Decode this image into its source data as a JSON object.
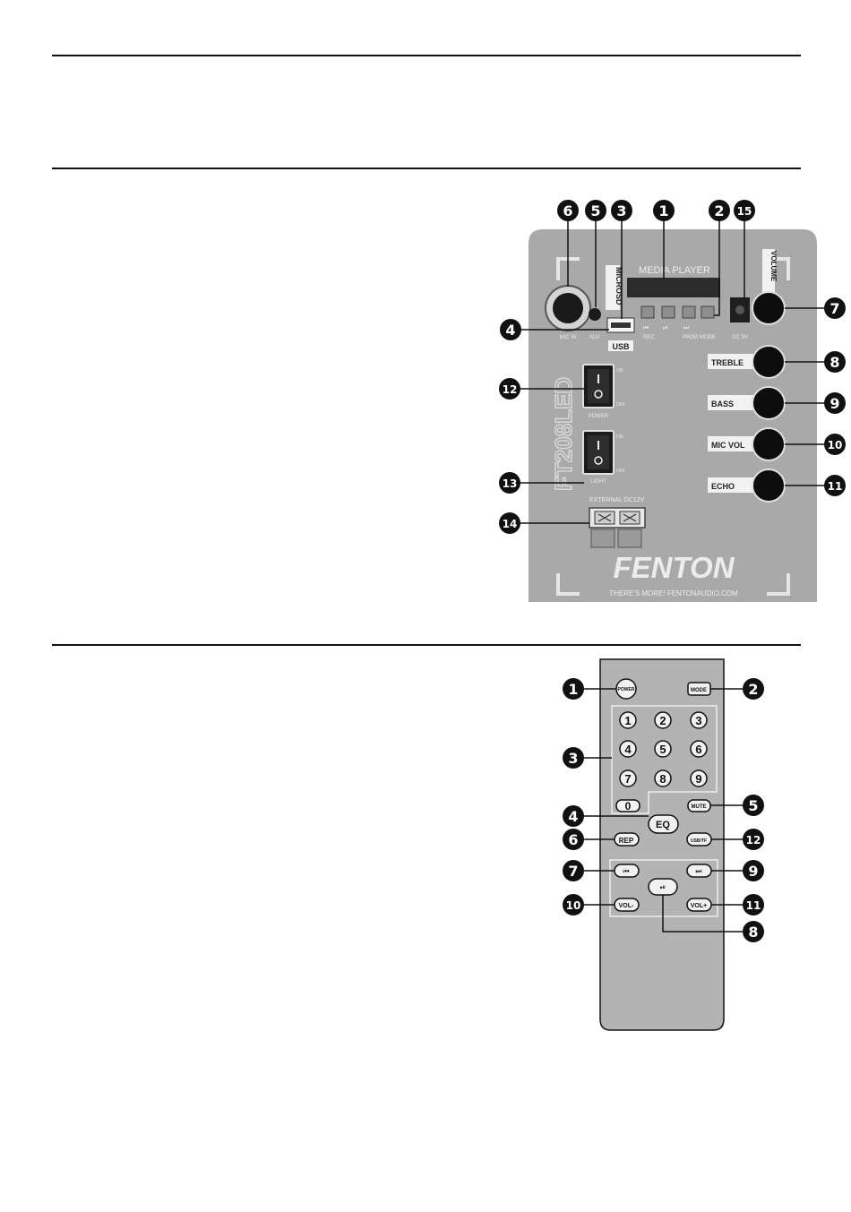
{
  "panel": {
    "media_player": "MEDIA PLAYER",
    "microsd": "MICROSD",
    "usb": "USB",
    "mic_in": "MIC IN",
    "aux": "AUX",
    "rec": "REC",
    "prog": "PROG",
    "mode": "MODE",
    "dc9v": "DC 9V",
    "volume": "VOLUME",
    "treble": "TREBLE",
    "bass": "BASS",
    "mic_vol": "MIC VOL",
    "echo": "ECHO",
    "power": "POWER",
    "light": "LIGHT",
    "on": "ON",
    "off": "OFF",
    "model": "FT208LED",
    "external": "EXTERNAL DC12V",
    "brand": "FENTON",
    "tagline": "THERE'S MORE! FENTONAUDIO.COM",
    "callouts": [
      "6",
      "5",
      "3",
      "1",
      "2",
      "15",
      "4",
      "7",
      "8",
      "9",
      "10",
      "11",
      "12",
      "13",
      "14"
    ]
  },
  "remote": {
    "power": "POWER",
    "mode": "MODE",
    "digits": [
      "1",
      "2",
      "3",
      "4",
      "5",
      "6",
      "7",
      "8",
      "9",
      "0"
    ],
    "mute": "MUTE",
    "eq": "EQ",
    "rep": "REP",
    "usbtf": "USB/TF",
    "prev": "⏮",
    "next": "⏭",
    "playpause": "⏯",
    "vol_minus": "VOL-",
    "vol_plus": "VOL+",
    "callouts": [
      "1",
      "2",
      "3",
      "4",
      "5",
      "6",
      "12",
      "7",
      "9",
      "10",
      "11",
      "8"
    ]
  },
  "colors": {
    "panel": "#a9a9a9",
    "panel_text": "#ececec",
    "remote_body": "#b3b3b3",
    "callout": "#111111"
  }
}
